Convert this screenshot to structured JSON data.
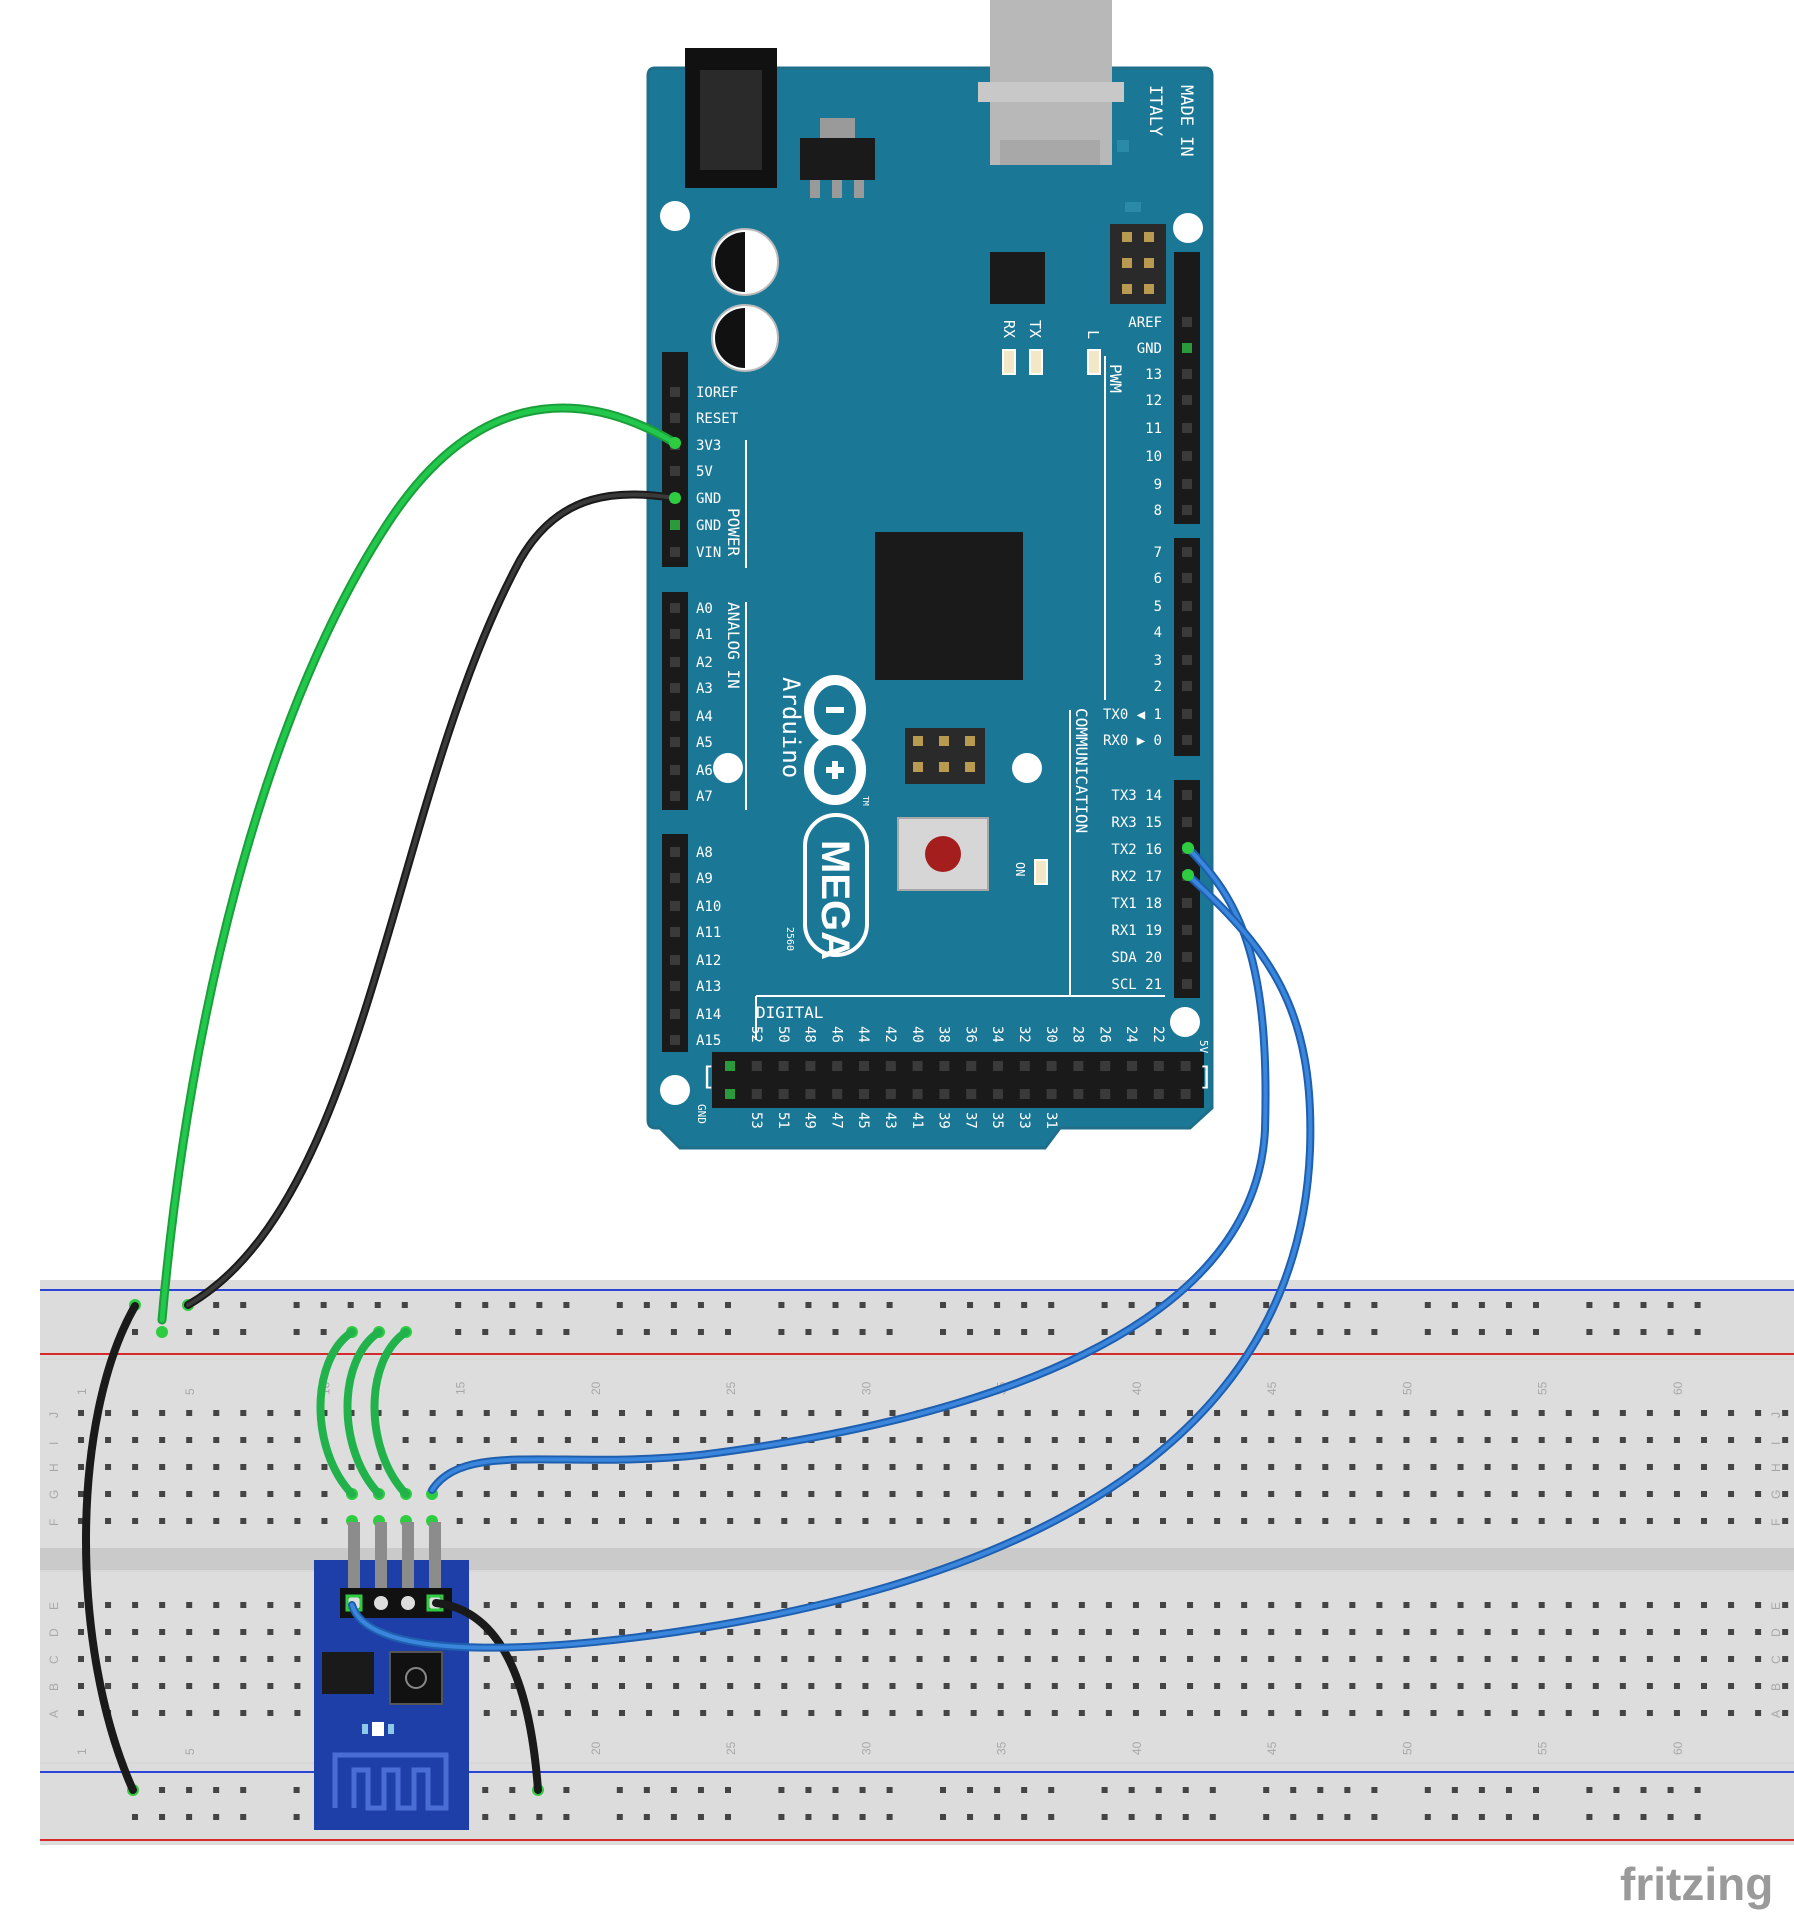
{
  "board": {
    "made_in": "MADE IN",
    "country": "ITALY",
    "brand": "Arduino",
    "model": "MEGA",
    "model_sub": "2560",
    "tm": "TM",
    "led_tx": "TX",
    "led_rx": "RX",
    "led_l": "L",
    "led_on": "ON",
    "pwm_label": "PWM",
    "power_label": "POWER",
    "analog_label": "ANALOG IN",
    "comm_label": "COMMUNICATION",
    "digital_label": "DIGITAL",
    "gnd_bottom": "GND",
    "v5_bottom": "5V",
    "power_pins": [
      "IOREF",
      "RESET",
      "3V3",
      "5V",
      "GND",
      "GND",
      "VIN"
    ],
    "analog_pins_a": [
      "A0",
      "A1",
      "A2",
      "A3",
      "A4",
      "A5",
      "A6",
      "A7"
    ],
    "analog_pins_b": [
      "A8",
      "A9",
      "A10",
      "A11",
      "A12",
      "A13",
      "A14",
      "A15"
    ],
    "pwm_pins_a": [
      "AREF",
      "GND",
      "13",
      "12",
      "11",
      "10",
      "9",
      "8"
    ],
    "pwm_pins_b": [
      "7",
      "6",
      "5",
      "4",
      "3",
      "2",
      "TX0 ◀ 1",
      "RX0 ▶ 0"
    ],
    "comm_pins": [
      "TX3 14",
      "RX3 15",
      "TX2 16",
      "RX2 17",
      "TX1 18",
      "RX1 19",
      "SDA 20",
      "SCL 21"
    ],
    "digital_top": [
      "52",
      "50",
      "48",
      "46",
      "44",
      "42",
      "40",
      "38",
      "36",
      "34",
      "32",
      "30",
      "28",
      "26",
      "24",
      "22"
    ],
    "digital_bottom": [
      "53",
      "51",
      "49",
      "47",
      "45",
      "43",
      "41",
      "39",
      "37",
      "35",
      "33",
      "31"
    ]
  },
  "breadboard": {
    "column_numbers": [
      "1",
      "5",
      "10",
      "15",
      "20",
      "25",
      "30",
      "35",
      "40",
      "45",
      "50",
      "55",
      "60"
    ],
    "rows_top": [
      "J",
      "I",
      "H",
      "G",
      "F"
    ],
    "rows_bottom": [
      "E",
      "D",
      "C",
      "B",
      "A"
    ]
  },
  "watermark": "fritzing",
  "colors": {
    "board_blue": "#1b7796",
    "board_edge": "#1f6f8b",
    "wire_green": "#22b24c",
    "wire_black": "#222222",
    "wire_blue": "#2d73c8",
    "esp_blue": "#1e3fa8",
    "breadboard": "#dadada",
    "rail_blue": "#2b44d6",
    "rail_red": "#d42a2a",
    "hole_active": "#2ecc40"
  },
  "wiring": {
    "esp_module": "ESP8266 ESP-01"
  }
}
